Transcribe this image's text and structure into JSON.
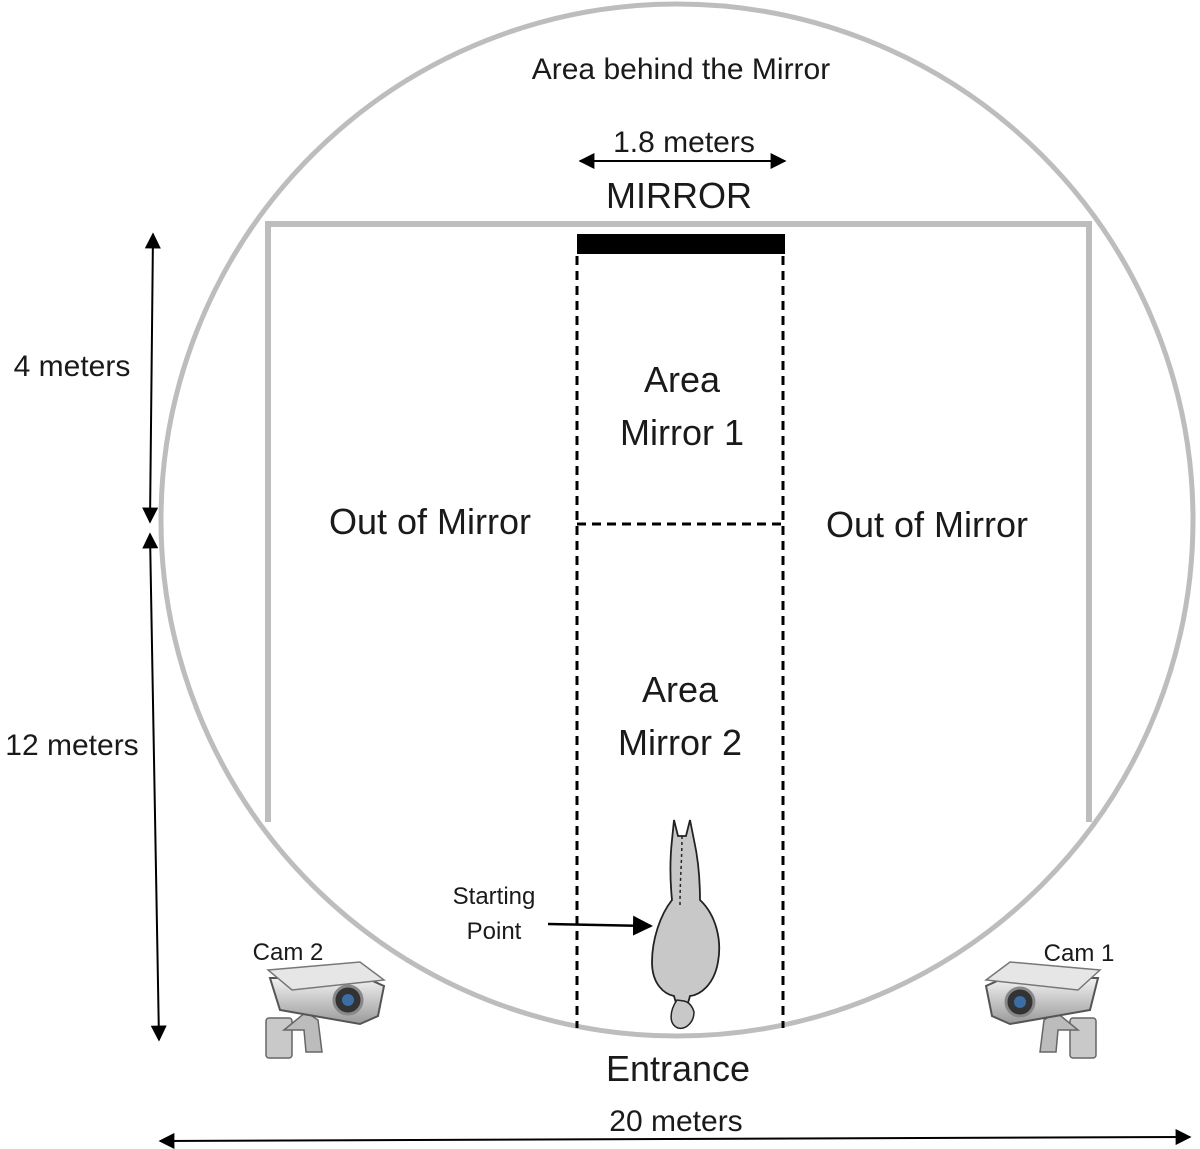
{
  "labels": {
    "area_behind_mirror": "Area behind the Mirror",
    "mirror_width": "1.8 meters",
    "mirror": "MIRROR",
    "area_mirror_1_line1": "Area",
    "area_mirror_1_line2": "Mirror 1",
    "area_mirror_2_line1": "Area",
    "area_mirror_2_line2": "Mirror 2",
    "out_of_mirror_left": "Out of Mirror",
    "out_of_mirror_right": "Out of Mirror",
    "height_4": "4 meters",
    "height_12": "12 meters",
    "starting_point_line1": "Starting",
    "starting_point_line2": "Point",
    "cam_2": "Cam 2",
    "cam_1": "Cam 1",
    "entrance": "Entrance",
    "width_20": "20 meters"
  },
  "icons": {
    "horse": "horse-top-view-icon",
    "camera_left": "security-camera-icon",
    "camera_right": "security-camera-icon"
  },
  "colors": {
    "arena": "#bdbdbd",
    "mirror": "#000000",
    "zone_lines": "#000000",
    "horse": "#c8c8c8",
    "camera_body": "#d9d9d9"
  }
}
